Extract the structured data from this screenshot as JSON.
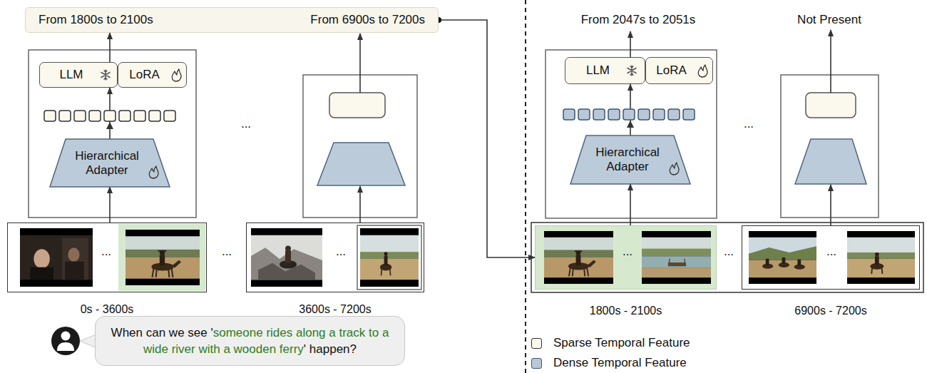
{
  "diagram": {
    "nodes": [
      {
        "text": [
          "From 1800s to 2100s",
          "From 6900s to 7200s"
        ]
      },
      {
        "text": [
          "LLM"
        ]
      },
      {
        "text": [
          "LoRA"
        ]
      },
      {
        "text": [
          "Hierarchical Adapter"
        ]
      },
      {
        "text": [
          "0s - 3600s"
        ]
      },
      {
        "text": [
          "3600s - 7200s"
        ]
      },
      {
        "text": [
          "LLM"
        ]
      },
      {
        "text": [
          "LoRA"
        ]
      },
      {
        "text": [
          "Hierarchical Adapter"
        ]
      },
      {
        "text": [
          "1800s - 2100s"
        ]
      },
      {
        "text": [
          "6900s - 7200s"
        ]
      },
      {
        "text": [
          "When can we see '",
          "someone rides along a track to a wide river with a wooden ferry",
          "' happen?"
        ]
      }
    ],
    "edges": [
      {
        "from": 4,
        "to": 3,
        "arrow": "to"
      },
      {
        "from": 3,
        "to": 1,
        "arrow": "to"
      },
      {
        "from": 1,
        "to": 0,
        "arrow": "to"
      },
      {
        "from": 0,
        "to": 9,
        "arrow": "to"
      },
      {
        "from": 9,
        "to": 8,
        "arrow": "to"
      },
      {
        "from": 8,
        "to": 6,
        "arrow": "to"
      }
    ],
    "labels": [
      "From 2047s to 2051s",
      "Not Present",
      "...",
      "...",
      "...",
      "...",
      "...",
      "...",
      "...",
      "..."
    ],
    "legend": [
      {
        "text": "Sparse Temporal Feature",
        "color": "#fbf8ee"
      },
      {
        "text": "Dense Temporal Feature",
        "color": "#b9c8d8"
      }
    ]
  }
}
